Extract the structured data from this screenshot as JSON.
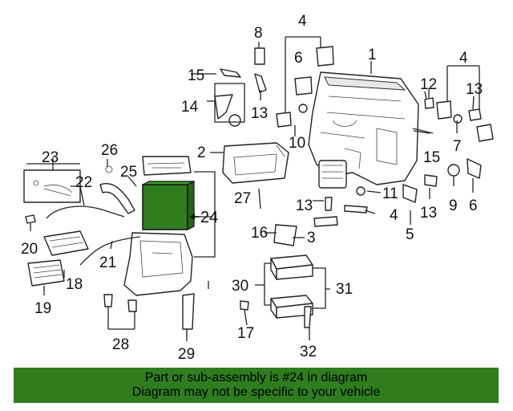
{
  "diagram": {
    "callouts": {
      "c1": "1",
      "c2": "2",
      "c3": "3",
      "c4a": "4",
      "c4b": "4",
      "c4c": "4",
      "c5": "5",
      "c6a": "6",
      "c6b": "6",
      "c7": "7",
      "c8": "8",
      "c9": "9",
      "c10": "10",
      "c11": "11",
      "c12": "12",
      "c13a": "13",
      "c13b": "13",
      "c13c": "13",
      "c13d": "13",
      "c14": "14",
      "c15a": "15",
      "c15b": "15",
      "c16": "16",
      "c17": "17",
      "c18": "18",
      "c19": "19",
      "c20": "20",
      "c21": "21",
      "c22": "22",
      "c23": "23",
      "c24": "24",
      "c25": "25",
      "c26": "26",
      "c27": "27",
      "c28": "28",
      "c29": "29",
      "c30": "30",
      "c31": "31",
      "c32": "32"
    },
    "highlight_color": "#2f7d1f"
  },
  "banner": {
    "line1": "Part or sub-assembly is #24 in diagram",
    "line2": "Diagram may not be specific to your vehicle",
    "color": "#2f7d1f"
  }
}
